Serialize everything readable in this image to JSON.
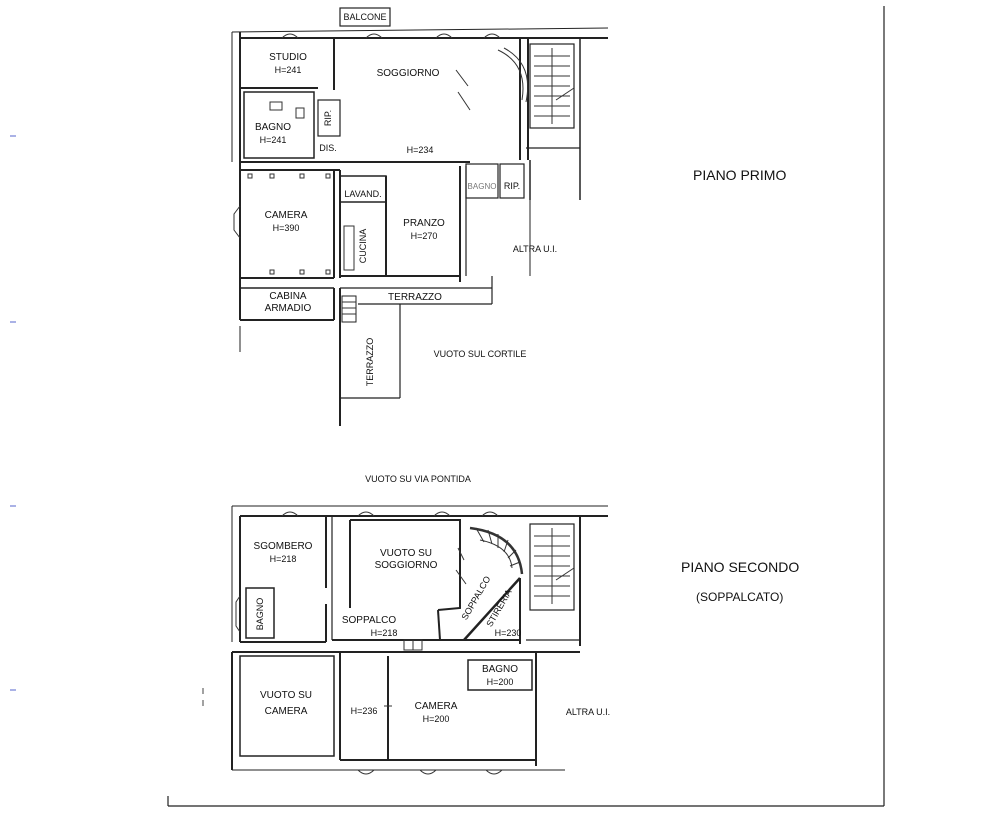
{
  "floor_plan": {
    "first_floor": {
      "title": "PIANO PRIMO",
      "rooms": {
        "balcone": "BALCONE",
        "studio": [
          "STUDIO",
          "H=241"
        ],
        "soggiorno": "SOGGIORNO",
        "bagno": [
          "BAGNO",
          "H=241"
        ],
        "rip_top": "RIP.",
        "dis": "DIS.",
        "height_corridor": "H=234",
        "camera": [
          "CAMERA",
          "H=390"
        ],
        "lavand": "LAVAND.",
        "cucina": "CUCINA",
        "pranzo": [
          "PRANZO",
          "H=270"
        ],
        "bagno_small": "BAGNO",
        "rip_right": "RIP.",
        "altra_ui": "ALTRA U.I.",
        "cabina": [
          "CABINA",
          "ARMADIO"
        ],
        "terrazzo_h": "TERRAZZO",
        "terrazzo_v": "TERRAZZO",
        "vuoto_cortile": "VUOTO SUL CORTILE"
      }
    },
    "between": "VUOTO SU VIA PONTIDA",
    "second_floor": {
      "title": "PIANO SECONDO",
      "subtitle": "(SOPPALCATO)",
      "rooms": {
        "sgombero": [
          "SGOMBERO",
          "H=218"
        ],
        "vuoto_soggiorno": [
          "VUOTO SU",
          "SOGGIORNO"
        ],
        "bagno_v": "BAGNO",
        "soppalco": [
          "SOPPALCO",
          "H=218"
        ],
        "soppalco_diag": "SOPPALCO",
        "stireria": "STIRERIA",
        "height_stireria": "H=230",
        "bagno": [
          "BAGNO",
          "H=200"
        ],
        "vuoto_camera": [
          "VUOTO SU",
          "CAMERA"
        ],
        "height_236": "H=236",
        "camera": [
          "CAMERA",
          "H=200"
        ],
        "altra_ui": "ALTRA U.I."
      }
    }
  }
}
